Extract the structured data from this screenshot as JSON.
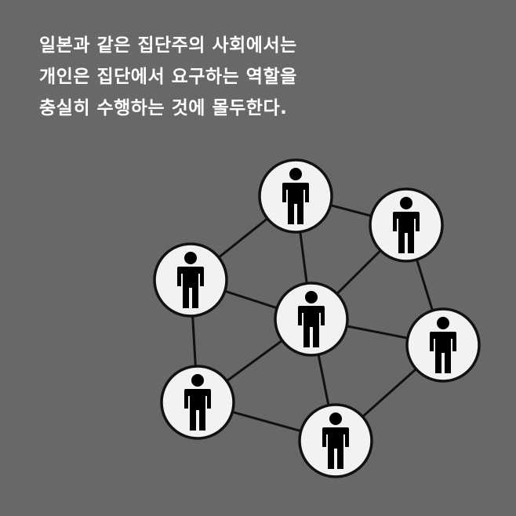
{
  "caption": {
    "lines": [
      "일본과 같은 집단주의 사회에서는",
      "개인은 집단에서 요구하는 역할을",
      "충실히 수행하는 것에 몰두한다."
    ]
  },
  "network": {
    "node_count": 7,
    "node_icon": "person-icon",
    "colors": {
      "background": "#686868",
      "node_fill": "#f2f2f2",
      "stroke": "#111111"
    }
  }
}
